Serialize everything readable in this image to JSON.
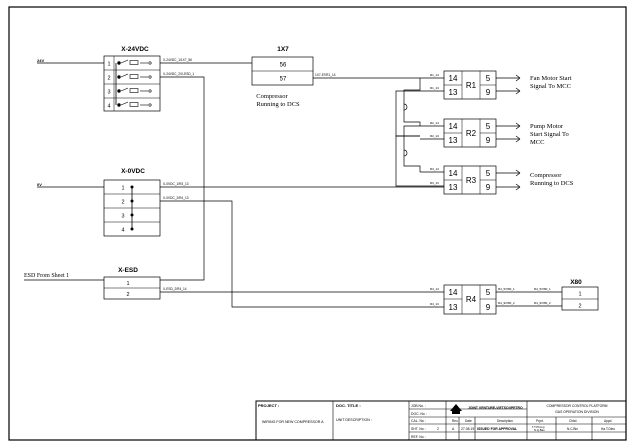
{
  "terminal_blocks": {
    "x24": {
      "title": "X-24VDC",
      "terminals": [
        "1",
        "2",
        "3",
        "4"
      ]
    },
    "x0": {
      "title": "X-0VDC",
      "terminals": [
        "1",
        "2",
        "3",
        "4"
      ]
    },
    "xesd": {
      "title": "X-ESD",
      "terminals": [
        "1",
        "2"
      ]
    },
    "x1x7": {
      "title": "1X7",
      "terminals": [
        "56",
        "57"
      ]
    },
    "x80": {
      "title": "X80",
      "terminals": [
        "1",
        "2"
      ]
    }
  },
  "supply_labels": {
    "v24": "24V",
    "v0": "0V"
  },
  "signals": {
    "esd_from_sheet": "ESD From Sheet 1",
    "compressor_running_dcs_l1": "Compressor",
    "compressor_running_dcs_l2": "Running to DCS"
  },
  "relays": [
    {
      "name": "R1",
      "coil_top": "14",
      "coil_bottom": "13",
      "contact_top": "5",
      "contact_bottom": "9",
      "desc": [
        "Fan Motor Start",
        "Signal To MCC"
      ]
    },
    {
      "name": "R2",
      "coil_top": "14",
      "coil_bottom": "13",
      "contact_top": "5",
      "contact_bottom": "9",
      "desc": [
        "Pump Motor",
        "Start Signal To",
        "MCC"
      ]
    },
    {
      "name": "R3",
      "coil_top": "14",
      "coil_bottom": "13",
      "contact_top": "5",
      "contact_bottom": "9",
      "desc": [
        "Compressor",
        "Running to DCS"
      ]
    },
    {
      "name": "R4",
      "coil_top": "14",
      "coil_bottom": "13",
      "contact_top": "5",
      "contact_bottom": "9",
      "desc": []
    }
  ],
  "wire_labels": {
    "w1": "X-24VDC_1/1X7_56",
    "w2": "X-24VDC_2/X-ESD_1",
    "w3": "X-0VDC_1/R3_13",
    "w4": "X-0VDC_2/R4_13",
    "w5": "X-ESD_2/R4_14",
    "w6": "1X7-57/R1_14",
    "r1_14": "R1_14",
    "r1_13": "R1_13",
    "r2_14": "R2_14",
    "r2_13": "R2_13",
    "r3_14": "R3_14",
    "r3_13": "R3_13",
    "r4_14": "R4_14",
    "r4_13": "R4_13",
    "r4_5": "R4_5/X80_1",
    "r4_9": "R4_9/X80_2",
    "x80_1": "R4_5/X80_1",
    "x80_2": "R4_9/X80_2"
  },
  "title_block": {
    "project_label": "PROJECT :",
    "project_value": "WIRING FOR NEW COMPRESSOR A",
    "doc_title_label": "DOC. TITLE :",
    "unit_desc_label": "UNIT DESCRIPTION :",
    "job_no": "JOB No. :",
    "doc_no": "DOC. No :",
    "cal_no": "CAL. No :",
    "sht_no": "SHT. No :",
    "sht_no_val": "2",
    "ref_no": "REF. No :",
    "company_name": "JOINT VENTURE-VIETSOVPETRO",
    "header_rev": "Rev.",
    "header_date": "Date",
    "header_desc": "Description",
    "header_prpd": "Prpd.",
    "header_chkd": "Chkd.",
    "header_appd": "Appd.",
    "rev": "A",
    "date": "27.08.19",
    "description": "ISSUED FOR APPROVAL",
    "prpd": "T.T.Phong",
    "prpd2": "N.Q.Bao",
    "chkd": "N.C.Bin",
    "appd": "Ha.T.Dieu",
    "right_title_l1": "COMPRESSOR CONTROL PLATFORM",
    "right_title_l2": "GAS OPERATION DIVISION"
  }
}
